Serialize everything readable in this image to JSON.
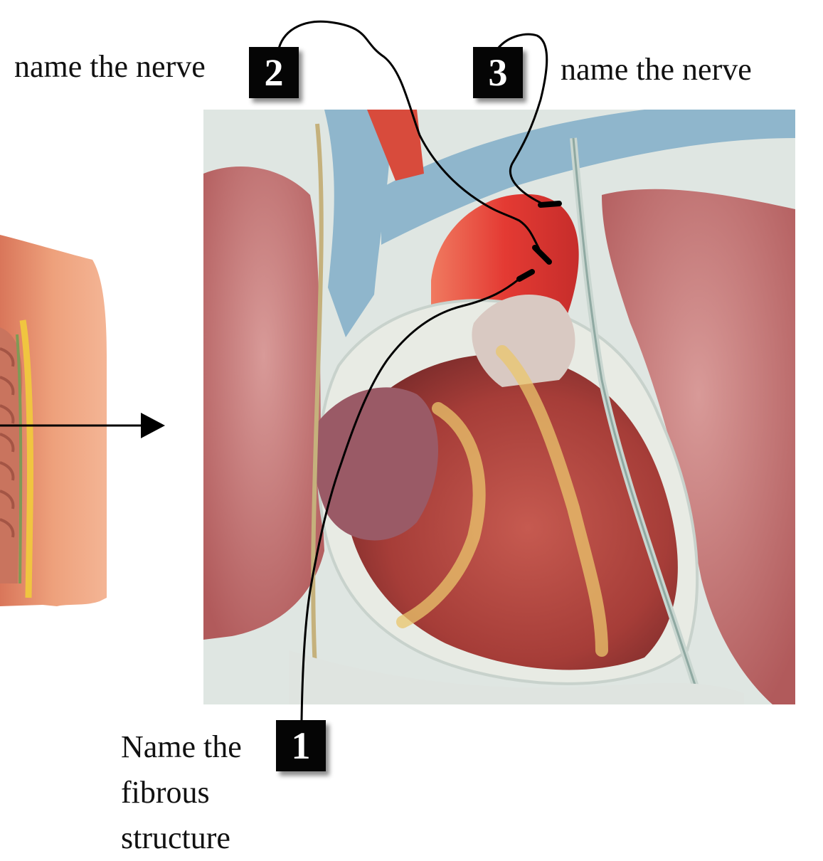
{
  "labels": {
    "label_2": "name the nerve",
    "label_3": "name the nerve",
    "label_1_lines": [
      "Name the",
      "fibrous",
      "structure"
    ]
  },
  "markers": {
    "one": "1",
    "two": "2",
    "three": "3"
  },
  "colors": {
    "marker_bg": "#050505",
    "marker_text": "#ffffff",
    "vessel_blue": "#8fb6cc",
    "aorta_red": "#e2413a",
    "heart_red": "#b8473f",
    "lung_pink": "#c77a78",
    "skin_peach": "#e79a72"
  }
}
